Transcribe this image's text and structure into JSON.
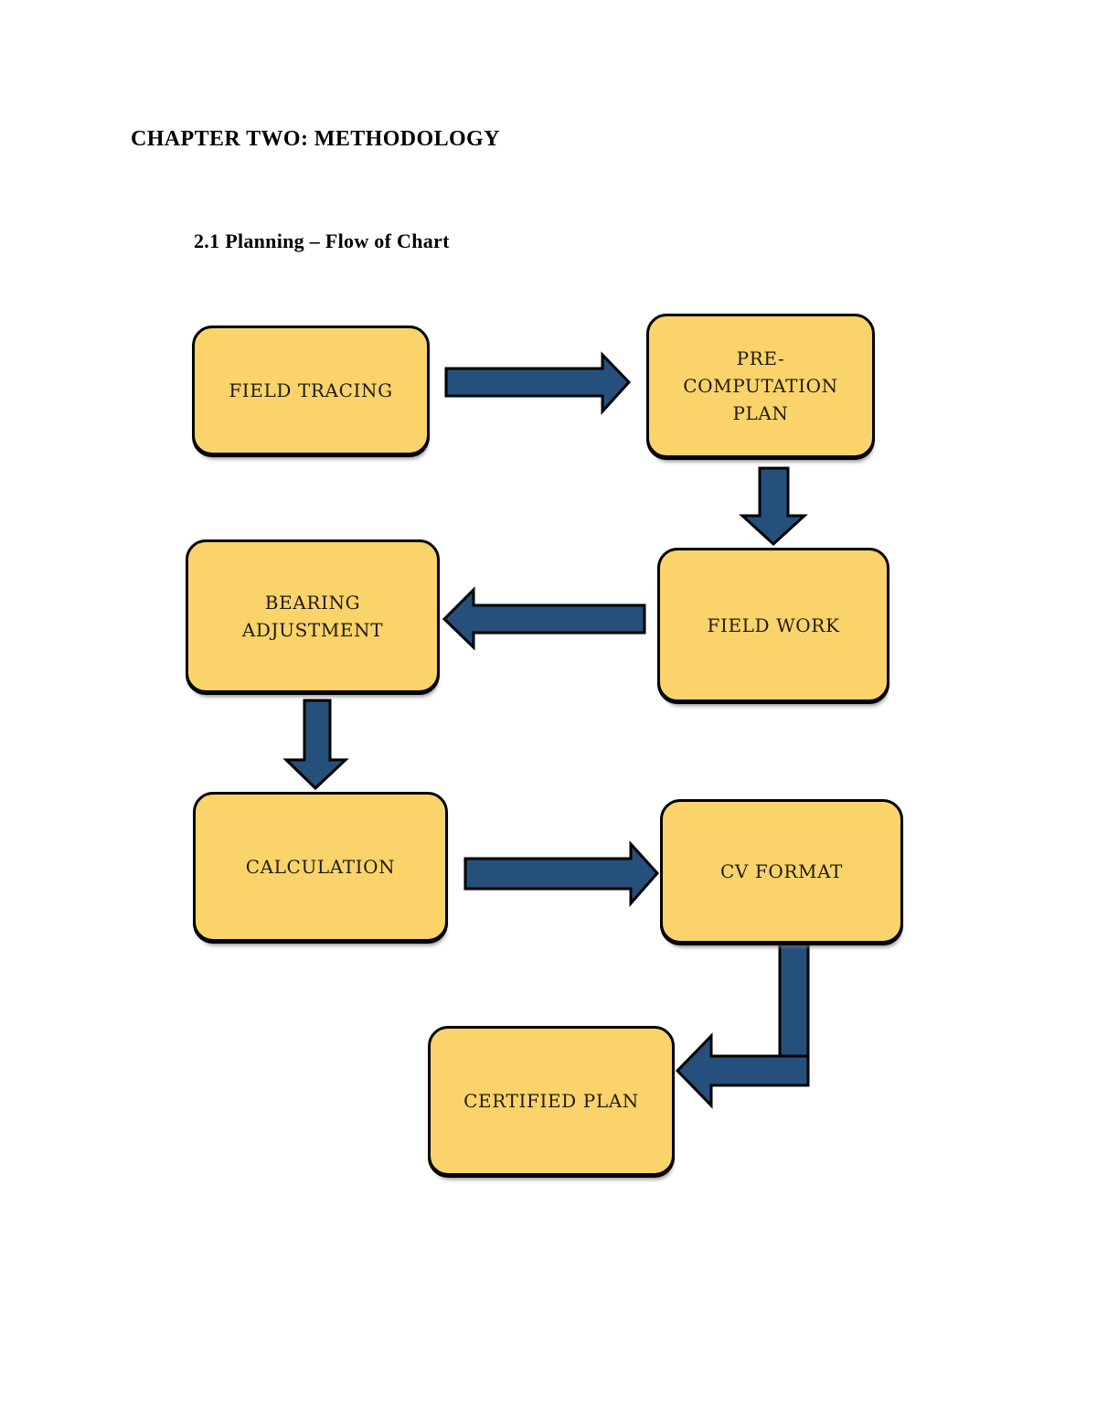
{
  "page": {
    "title": "CHAPTER TWO: METHODOLOGY",
    "subtitle": "2.1 Planning – Flow of Chart"
  },
  "colors": {
    "page_background": "#FFFFFF",
    "heading_text": "#000000",
    "node_fill": "#FBD36B",
    "node_border": "#000000",
    "node_text": "#1F1B0E",
    "arrow_fill": "#24507B",
    "arrow_outline": "#000000"
  },
  "flowchart": {
    "nodes": [
      {
        "id": "field-tracing",
        "lines": [
          "FIELD TRACING"
        ]
      },
      {
        "id": "pre-computation-plan",
        "lines": [
          "PRE-",
          "COMPUTATION",
          "PLAN"
        ]
      },
      {
        "id": "field-work",
        "lines": [
          "FIELD WORK"
        ]
      },
      {
        "id": "bearing-adjustment",
        "lines": [
          "BEARING",
          "ADJUSTMENT"
        ]
      },
      {
        "id": "calculation",
        "lines": [
          "CALCULATION"
        ]
      },
      {
        "id": "cv-format",
        "lines": [
          "CV FORMAT"
        ]
      },
      {
        "id": "certified-plan",
        "lines": [
          "CERTIFIED PLAN"
        ]
      }
    ],
    "edges": [
      {
        "from": "field-tracing",
        "to": "pre-computation-plan",
        "direction": "right"
      },
      {
        "from": "pre-computation-plan",
        "to": "field-work",
        "direction": "down"
      },
      {
        "from": "field-work",
        "to": "bearing-adjustment",
        "direction": "left"
      },
      {
        "from": "bearing-adjustment",
        "to": "calculation",
        "direction": "down"
      },
      {
        "from": "calculation",
        "to": "cv-format",
        "direction": "right"
      },
      {
        "from": "cv-format",
        "to": "certified-plan",
        "direction": "down-then-left"
      }
    ]
  }
}
